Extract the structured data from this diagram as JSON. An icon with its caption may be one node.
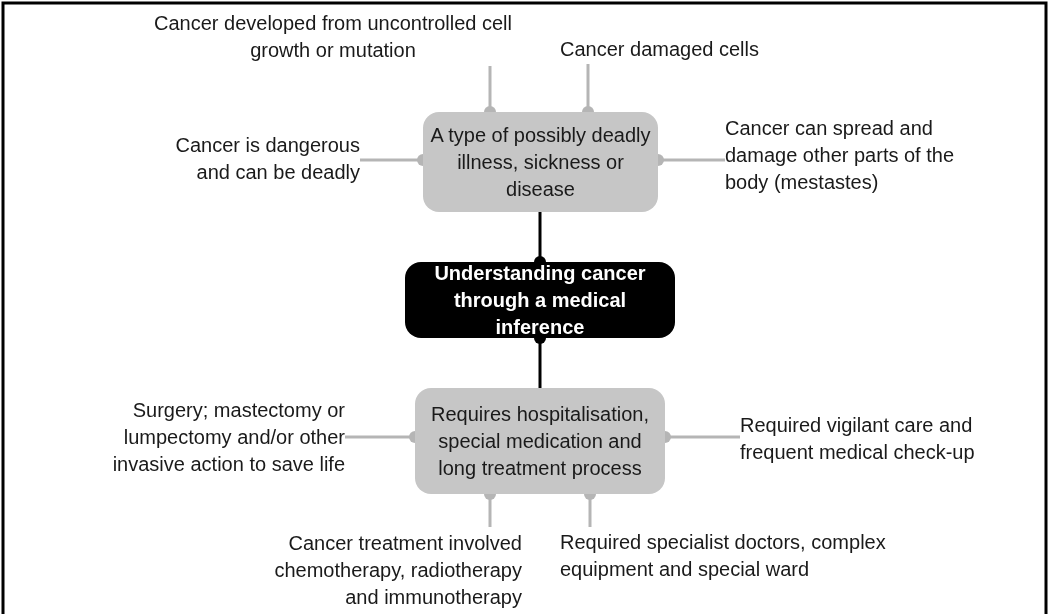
{
  "diagram": {
    "nodes": [
      {
        "text": [
          "A type of possibly deadly illness, sickness or disease"
        ]
      },
      {
        "text": [
          "Understanding cancer through a medical inference"
        ]
      },
      {
        "text": [
          "Requires hospitalisation, special medication and long treatment process"
        ]
      },
      {
        "text": [
          "Cancer developed from uncontrolled cell growth or mutation"
        ]
      },
      {
        "text": [
          "Cancer damaged cells"
        ]
      },
      {
        "text": [
          "Cancer is dangerous and can be deadly"
        ]
      },
      {
        "text": [
          "Cancer can spread and damage other parts of the body (mestastes)"
        ]
      },
      {
        "text": [
          "Surgery; mastectomy or lumpectomy and/or other invasive action to save life"
        ]
      },
      {
        "text": [
          "Required vigilant care and frequent medical check-up"
        ]
      },
      {
        "text": [
          "Cancer treatment involved chemotherapy, radiotherapy and immunotherapy"
        ]
      },
      {
        "text": [
          "Required specialist doctors, complex equipment and special ward"
        ]
      }
    ],
    "edges": [
      {
        "from": 0,
        "to": 1,
        "arrow": "other",
        "color": "#000000"
      },
      {
        "from": 2,
        "to": 1,
        "arrow": "other",
        "color": "#000000"
      },
      {
        "from": 3,
        "to": 0,
        "arrow": "other"
      },
      {
        "from": 4,
        "to": 0,
        "arrow": "other"
      },
      {
        "from": 5,
        "to": 0,
        "arrow": "other"
      },
      {
        "from": 6,
        "to": 0,
        "arrow": "other"
      },
      {
        "from": 7,
        "to": 2,
        "arrow": "other"
      },
      {
        "from": 8,
        "to": 2,
        "arrow": "other"
      },
      {
        "from": 9,
        "to": 2,
        "arrow": "other"
      },
      {
        "from": 10,
        "to": 2,
        "arrow": "other"
      }
    ]
  }
}
